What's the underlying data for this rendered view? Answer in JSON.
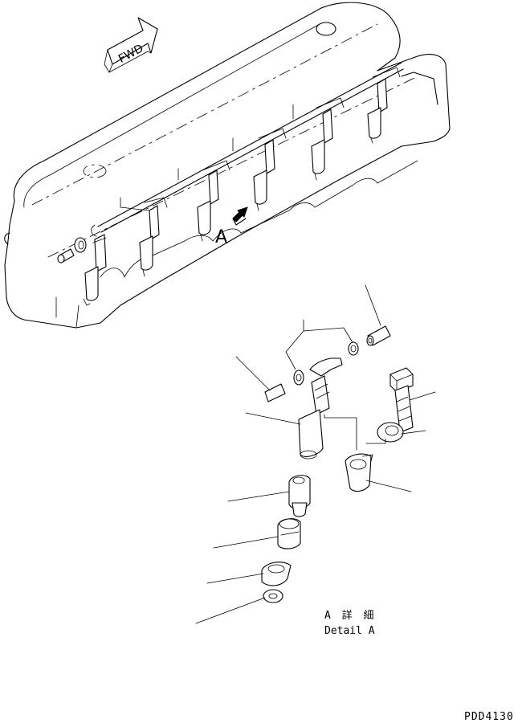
{
  "fwd_label": "FWD",
  "detail_marker": "A",
  "detail_caption_jp": "A 詳 細",
  "detail_caption_en": "Detail A",
  "drawing_code": "PDD4130"
}
